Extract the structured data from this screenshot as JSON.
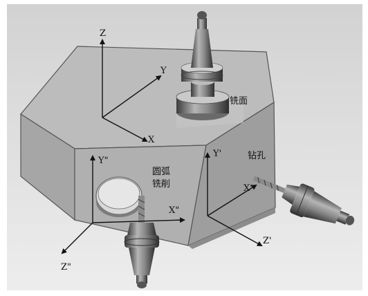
{
  "frames": {
    "world": {
      "x": "X",
      "y": "Y",
      "z": "Z"
    },
    "top_right": {
      "x": "X'",
      "y": "Y'",
      "z": "Z'"
    },
    "front_left": {
      "x": "X\"",
      "y": "Y\"",
      "z": "Z\""
    }
  },
  "operations": {
    "face_milling": "铣面",
    "drilling": "钻孔",
    "arc_milling_line1": "圆弧",
    "arc_milling_line2": "铣削"
  },
  "colors": {
    "background_top": "#d4d4d4",
    "background_bottom": "#eeeeee",
    "block_top": "#bdbdbd",
    "block_left": "#a9a9a9",
    "block_front": "#b1b1b1",
    "block_right": "#9d9d9d",
    "tool_light": "#9a9a9a",
    "tool_dark": "#4a4a4a",
    "axis": "#111111"
  }
}
